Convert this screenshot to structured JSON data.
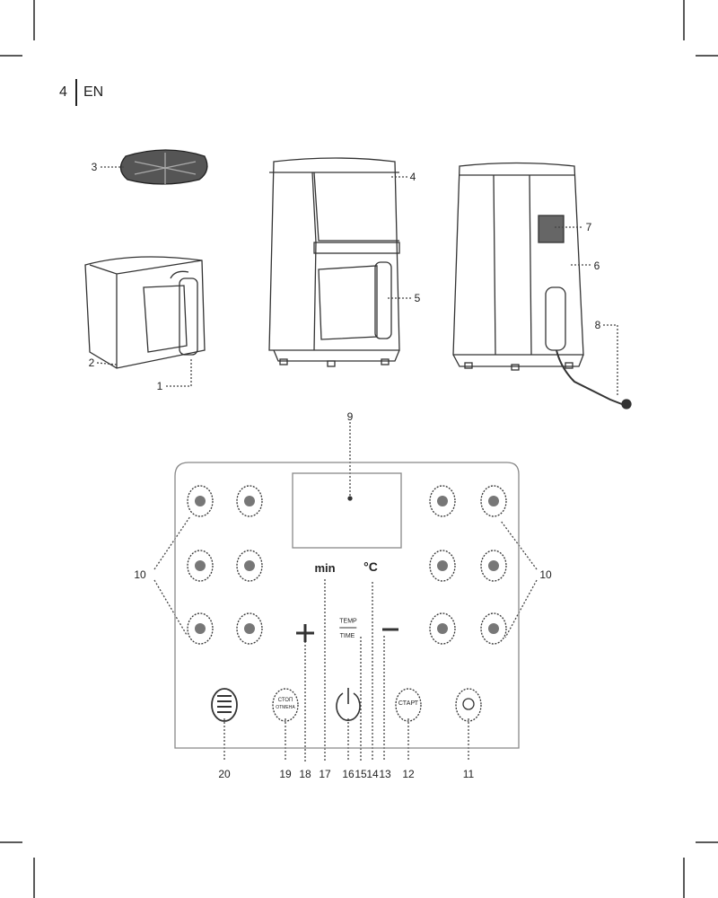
{
  "header": {
    "page_number": "4",
    "language": "EN"
  },
  "callouts": {
    "c1": "1",
    "c2": "2",
    "c3": "3",
    "c4": "4",
    "c5": "5",
    "c6": "6",
    "c7": "7",
    "c8": "8",
    "c9": "9",
    "c10_left": "10",
    "c10_right": "10",
    "c11": "11",
    "c12": "12",
    "c13": "13",
    "c14": "14",
    "c15": "15",
    "c16": "16",
    "c17": "17",
    "c18": "18",
    "c19": "19",
    "c20": "20"
  },
  "panel": {
    "min_label": "min",
    "celsius_label": "°C",
    "temp_label": "TEMP",
    "time_label": "TIME",
    "plus": "+",
    "minus": "−",
    "stop_label_1": "СТОП",
    "stop_label_2": "ОТМЕНА",
    "start_label": "СТАРТ",
    "preset_icons": [
      "fries-icon",
      "steak-icon",
      "chicken-leg-icon",
      "shrimp-skewer-icon",
      "fish-icon",
      "vegetables-icon",
      "shrimp-icon",
      "pizza-icon",
      "chicken-icon",
      "muffin-icon",
      "dessert-icon",
      "bread-icon"
    ]
  }
}
